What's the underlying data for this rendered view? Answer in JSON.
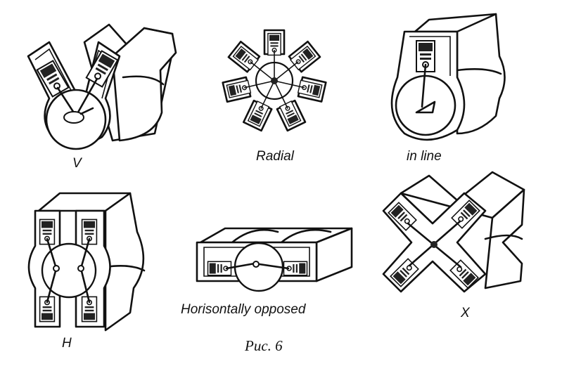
{
  "labels": {
    "v": "V",
    "radial": "Radial",
    "inline": "in line",
    "h": "H",
    "opposed": "Horisontally opposed",
    "x": "X"
  },
  "caption": "Рис. 6"
}
